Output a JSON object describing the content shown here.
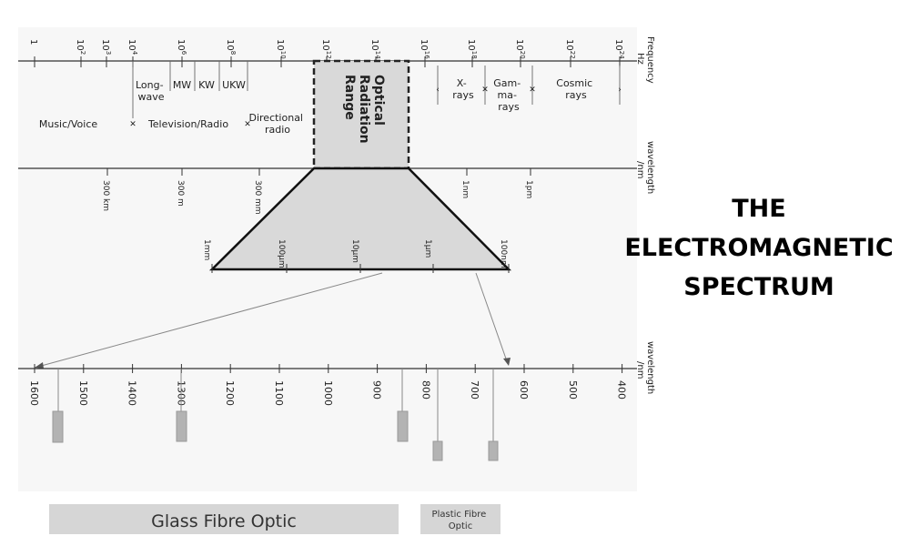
{
  "title": {
    "line1": "THE",
    "line2": "ELECTROMAGNETIC",
    "line3": "SPECTRUM"
  },
  "axes": {
    "frequency_label": [
      "Frequency",
      "Hz"
    ],
    "wavelength_label": [
      "wavelength",
      "/nm"
    ],
    "wavelength_label_bottom": [
      "wavelength",
      "/nm"
    ]
  },
  "frequency_ticks": [
    {
      "base": "1",
      "exp": ""
    },
    {
      "base": "10",
      "exp": "2"
    },
    {
      "base": "10",
      "exp": "3"
    },
    {
      "base": "10",
      "exp": "4"
    },
    {
      "base": "10",
      "exp": "6"
    },
    {
      "base": "10",
      "exp": "8"
    },
    {
      "base": "10",
      "exp": "10"
    },
    {
      "base": "10",
      "exp": "12"
    },
    {
      "base": "10",
      "exp": "14"
    },
    {
      "base": "10",
      "exp": "16"
    },
    {
      "base": "10",
      "exp": "18"
    },
    {
      "base": "10",
      "exp": "20"
    },
    {
      "base": "10",
      "exp": "22"
    },
    {
      "base": "10",
      "exp": "24"
    }
  ],
  "bands_top": {
    "longwave": [
      "Long-",
      "wave"
    ],
    "mw": "MW",
    "kw": "KW",
    "ukw": "UKW",
    "xrays": [
      "X-",
      "rays"
    ],
    "gamma": [
      "Gam-",
      "ma-",
      "rays"
    ],
    "cosmic": [
      "Cosmic",
      "rays"
    ]
  },
  "bands_bottom": {
    "music": "Music/Voice",
    "tv": "Television/Radio",
    "directional": [
      "Directional",
      "radio"
    ]
  },
  "optical": [
    "Optical",
    "Radiation",
    "Range"
  ],
  "wavelength_ticks_mid": [
    "300 km",
    "300 m",
    "300 mm",
    "1mm",
    "1µm",
    "1nm",
    "1pm"
  ],
  "trap_ticks": [
    "1mm",
    "100µm",
    "10µm",
    "1µm",
    "100nm"
  ],
  "nm_ticks": [
    "1600",
    "1500",
    "1400",
    "1300",
    "1200",
    "1100",
    "1000",
    "900",
    "800",
    "700",
    "600",
    "500",
    "400"
  ],
  "legend": {
    "glass": "Glass Fibre Optic",
    "plastic": [
      "Plastic Fibre",
      "Optic"
    ]
  },
  "colors": {
    "line": "#333333",
    "fill": "#d9d9d9",
    "marker": "#b3b3b3",
    "legend_bg": "#d6d6d6",
    "shade": "#f5f5f5"
  }
}
